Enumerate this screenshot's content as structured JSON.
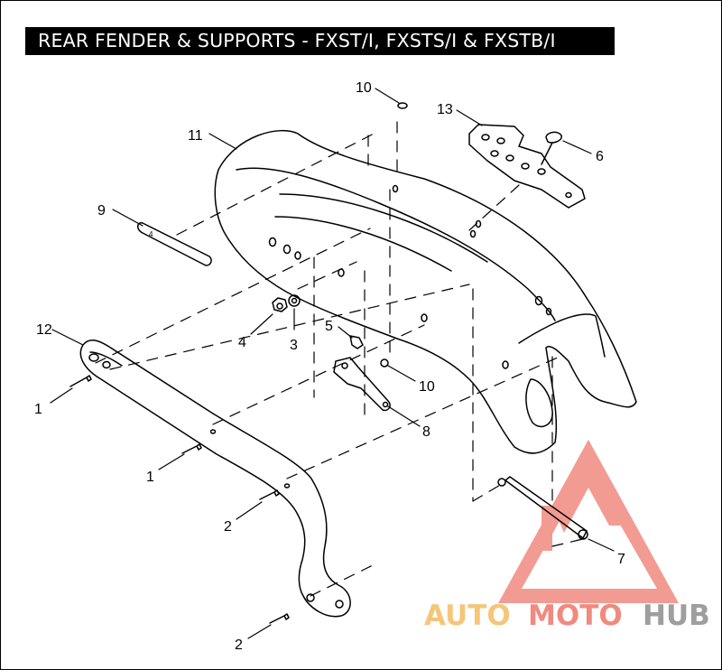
{
  "title": "REAR FENDER & SUPPORTS - FXST/I, FXSTS/I & FXSTB/I",
  "callouts": {
    "c1a": "1",
    "c1b": "1",
    "c2a": "2",
    "c2b": "2",
    "c3": "3",
    "c4": "4",
    "c5": "5",
    "c6": "6",
    "c7": "7",
    "c8": "8",
    "c9": "9",
    "c10a": "10",
    "c10b": "10",
    "c11": "11",
    "c12": "12",
    "c13": "13"
  },
  "watermark": {
    "part1": "AUTO",
    "part2": "MOTO",
    "part3": "HUB",
    "color_main": "#f4928a",
    "color_hub": "#9e9e9e",
    "color_auto": "#f5c67a"
  }
}
